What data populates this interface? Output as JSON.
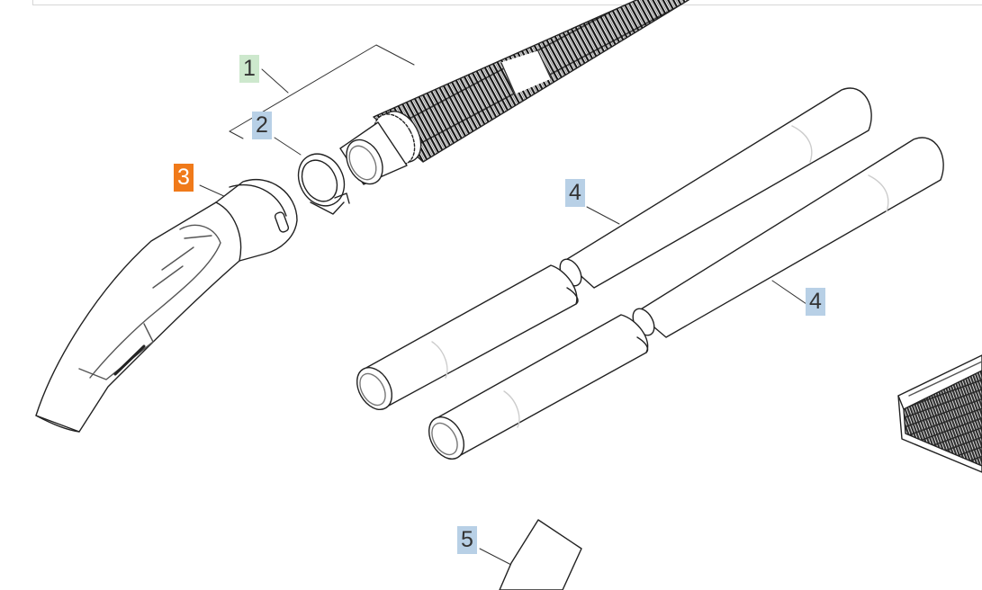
{
  "colors": {
    "line": "#222222",
    "soft_line": "#bbbbbb",
    "callout_default": "#b8d0e6",
    "callout_green": "#cde8cd",
    "callout_highlight": "#f07a1a",
    "callout_text": "#333333",
    "callout_text_highlight": "#ffffff"
  },
  "callouts": [
    {
      "id": "c1",
      "label": "1",
      "state": "green"
    },
    {
      "id": "c2",
      "label": "2",
      "state": "default"
    },
    {
      "id": "c3",
      "label": "3",
      "state": "highlight"
    },
    {
      "id": "c4a",
      "label": "4",
      "state": "default"
    },
    {
      "id": "c4b",
      "label": "4",
      "state": "default"
    },
    {
      "id": "c5",
      "label": "5",
      "state": "default"
    }
  ],
  "parts": [
    {
      "id": "suction-hose",
      "icon": "corrugated-hose-icon"
    },
    {
      "id": "bayonet-ring",
      "icon": "clip-ring-icon"
    },
    {
      "id": "elbow-handle",
      "icon": "bent-tube-handle-icon"
    },
    {
      "id": "extension-tubes",
      "icon": "tube-pair-icon"
    },
    {
      "id": "flat-filter",
      "icon": "pleated-filter-icon"
    },
    {
      "id": "nozzle",
      "icon": "flat-nozzle-icon"
    }
  ]
}
